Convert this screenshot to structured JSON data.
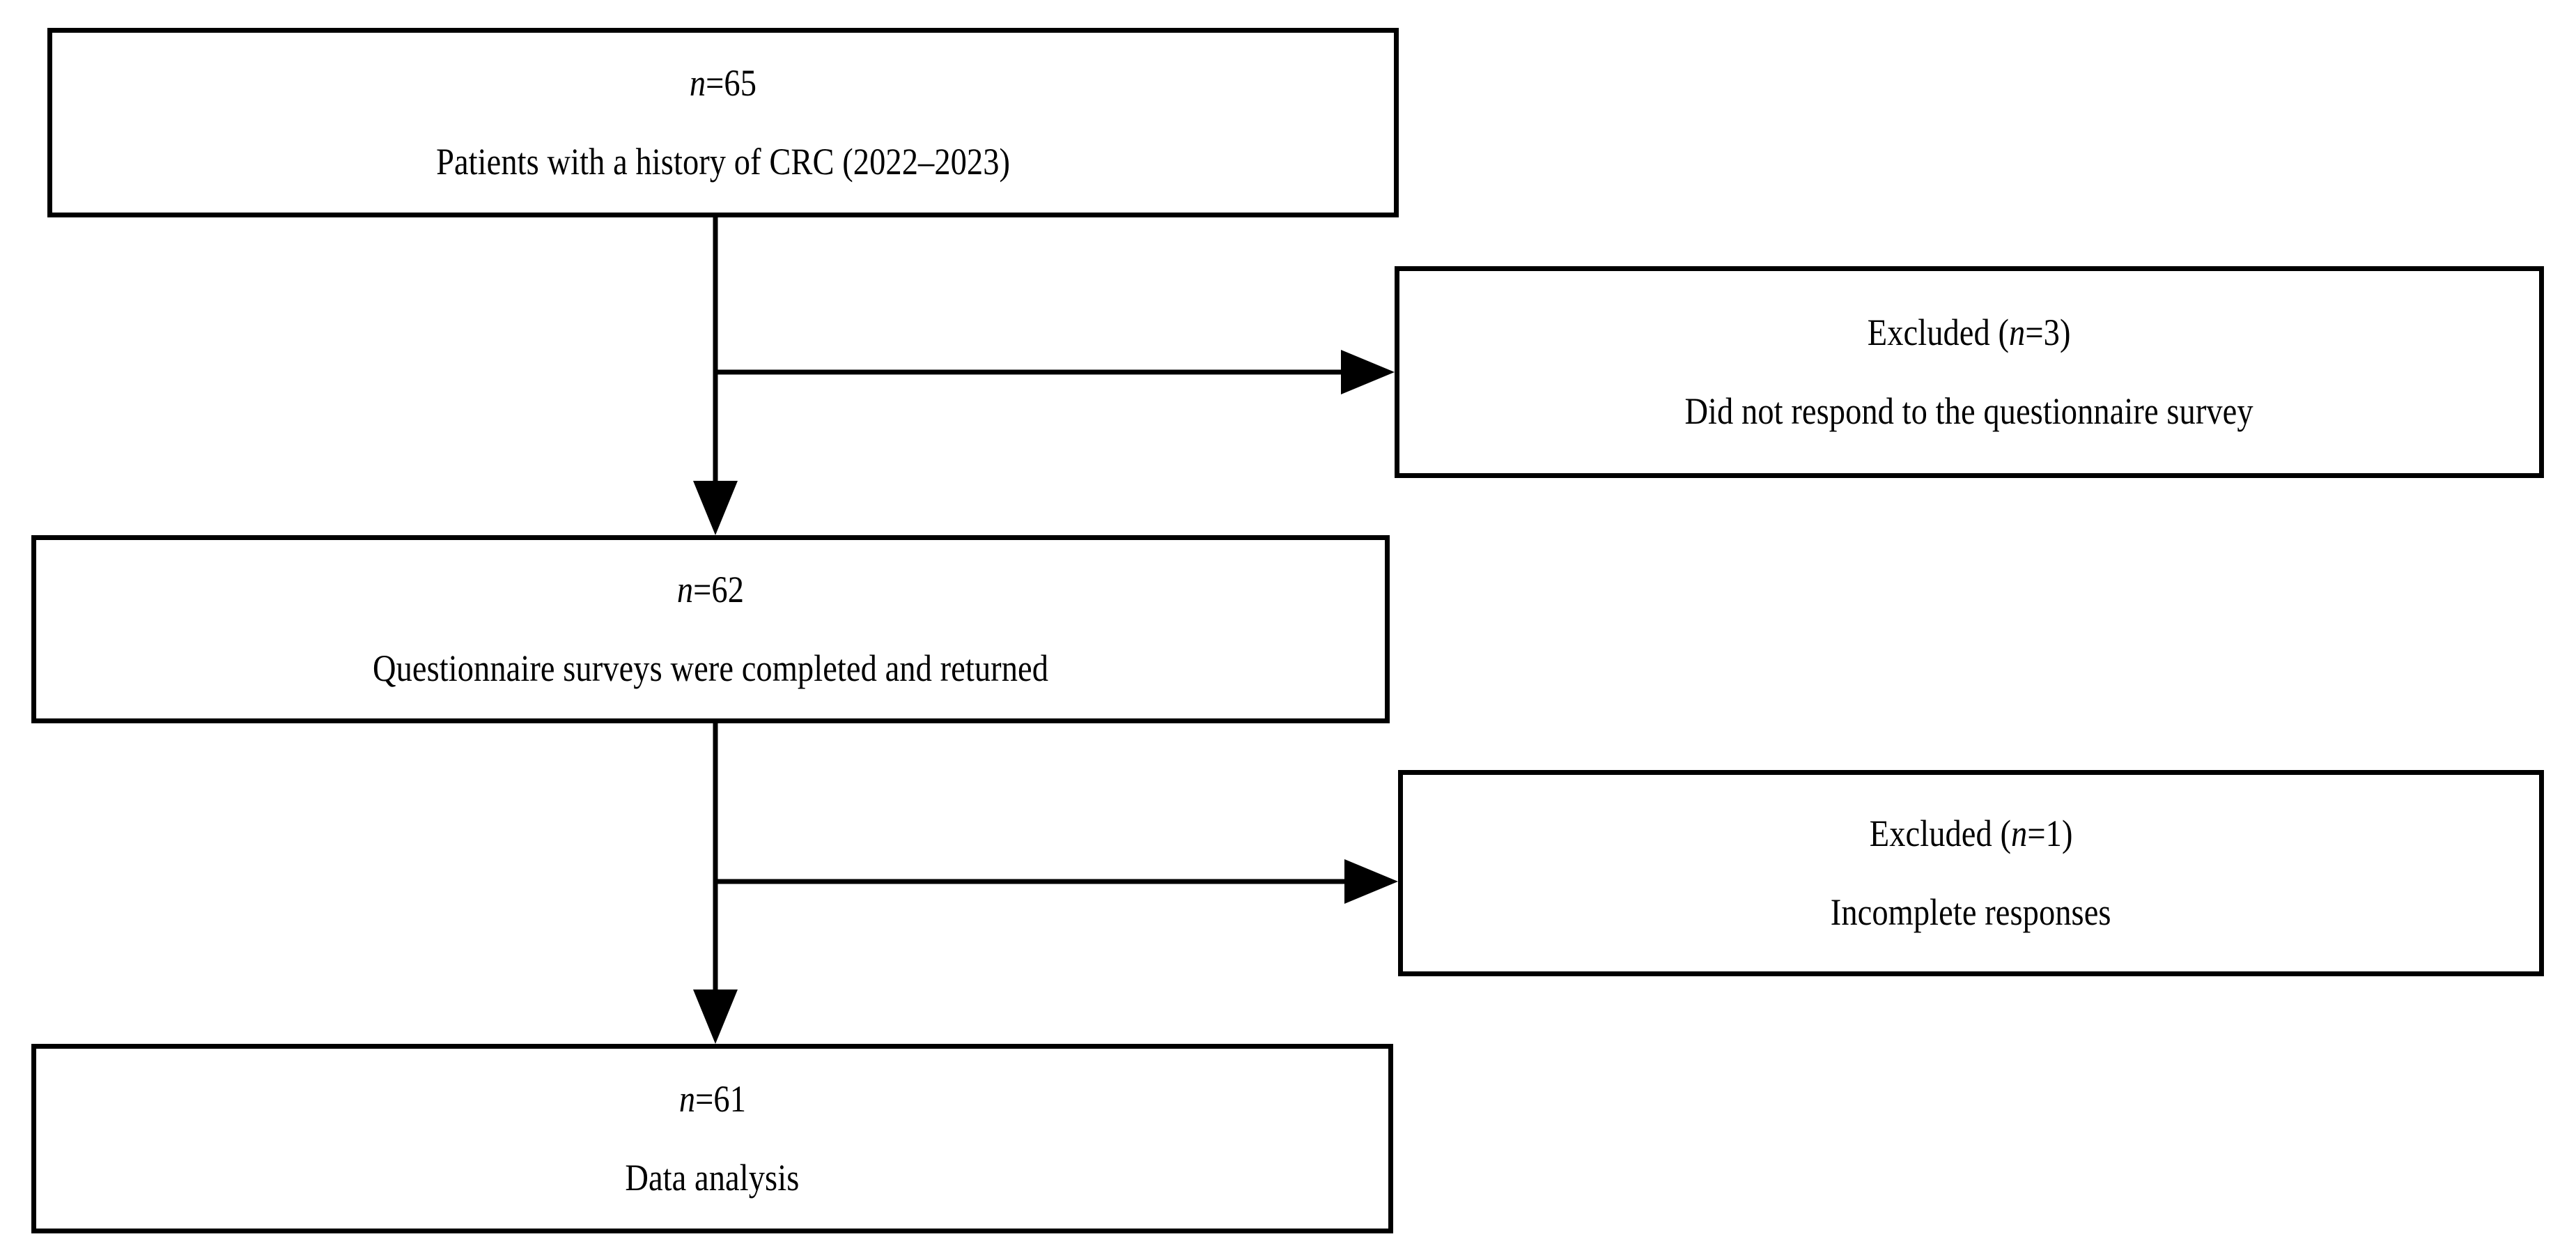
{
  "diagram": {
    "title": "CRC study participant flow",
    "type": "flowchart",
    "colors": {
      "stroke": "#000000",
      "background": "#ffffff",
      "text": "#000000"
    },
    "nodes": [
      {
        "id": "enrolled",
        "count_prefix": "n",
        "count_equals": "=65",
        "description": "Patients with a history of CRC (2022–2023)"
      },
      {
        "id": "excluded-1",
        "label_prefix": "Excluded (",
        "label_italic": "n",
        "label_suffix": "=3)",
        "description": "Did not respond to the questionnaire survey"
      },
      {
        "id": "returned",
        "count_prefix": "n",
        "count_equals": "=62",
        "description": "Questionnaire surveys were completed and returned"
      },
      {
        "id": "excluded-2",
        "label_prefix": "Excluded (",
        "label_italic": "n",
        "label_suffix": "=1)",
        "description": "Incomplete responses"
      },
      {
        "id": "analysis",
        "count_prefix": "n",
        "count_equals": "=61",
        "description": "Data analysis"
      }
    ],
    "edges": [
      {
        "id": "enrolled-to-returned",
        "from": "enrolled",
        "to": "returned",
        "direction": "down"
      },
      {
        "id": "enrolled-to-excluded-1",
        "from": "enrolled",
        "to": "excluded-1",
        "direction": "right"
      },
      {
        "id": "returned-to-analysis",
        "from": "returned",
        "to": "analysis",
        "direction": "down"
      },
      {
        "id": "returned-to-excluded-2",
        "from": "returned",
        "to": "excluded-2",
        "direction": "right"
      }
    ]
  }
}
